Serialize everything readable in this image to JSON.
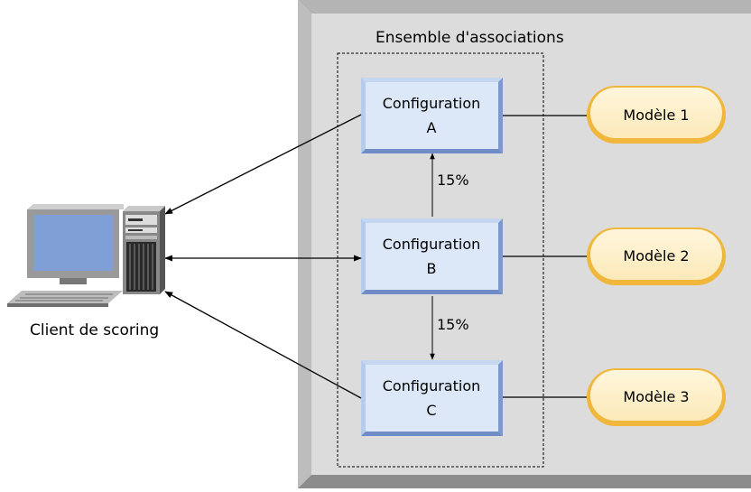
{
  "group": {
    "title": "Ensemble d'associations"
  },
  "client": {
    "label": "Client de scoring",
    "icon": "desktop-computer-icon"
  },
  "configurations": [
    {
      "line1": "Configuration",
      "line2": "A"
    },
    {
      "line1": "Configuration",
      "line2": "B"
    },
    {
      "line1": "Configuration",
      "line2": "C"
    }
  ],
  "models": [
    {
      "label": "Modèle 1"
    },
    {
      "label": "Modèle 2"
    },
    {
      "label": "Modèle 3"
    }
  ],
  "percentages": {
    "b_to_a": "15%",
    "b_to_c": "15%"
  },
  "colors": {
    "panel_fill": "#dcdcdc",
    "panel_frame": "#a9a9a9",
    "config_fill": "#dce8f8",
    "config_frame": "#8aa6d6",
    "model_fill": "#fdf1cf",
    "model_border": "#f0b73c"
  }
}
